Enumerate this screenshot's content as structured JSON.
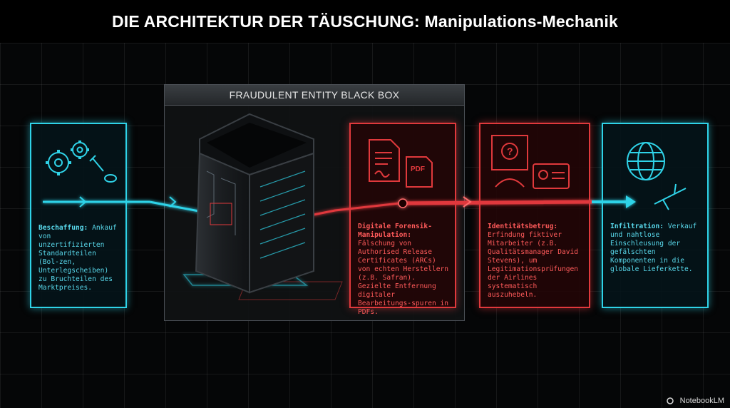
{
  "title": "DIE ARCHITEKTUR DER TÄUSCHUNG: Manipulations-Mechanik",
  "blackbox_label": "FRAUDULENT ENTITY BLACK BOX",
  "cards": [
    {
      "heading": "Beschaffung:",
      "text": " Ankauf von unzertifizierten Standardteilen (Bol-zen, Unterlegscheiben) zu Bruchteilen des Marktpreises."
    },
    {
      "heading": "Digitale Forensik-Manipulation:",
      "text": " Fälschung von Authorised Release Certificates (ARCs) von echten Herstellern (z.B. Safran). Gezielte Entfernung digitaler Bearbeitungs-spuren in PDFs."
    },
    {
      "heading": "Identitätsbetrug:",
      "text": " Erfindung fiktiver Mitarbeiter (z.B. Qualitätsmanager David Stevens), um Legitimationsprüfungen der Airlines systematisch auszuhebeln."
    },
    {
      "heading": "Infiltration:",
      "text": " Verkauf und nahtlose Einschleusung der gefälschten Komponenten in die globale Lieferkette."
    }
  ],
  "pdf_badge": "PDF",
  "brand": "NotebookLM",
  "colors": {
    "cyan": "#2fd3e8",
    "red": "#e0393c",
    "background": "#050607"
  },
  "icons": [
    "gears-bolt-icon",
    "document-pdf-icon",
    "identity-badge-icon",
    "globe-plane-icon",
    "server-tower-icon"
  ]
}
